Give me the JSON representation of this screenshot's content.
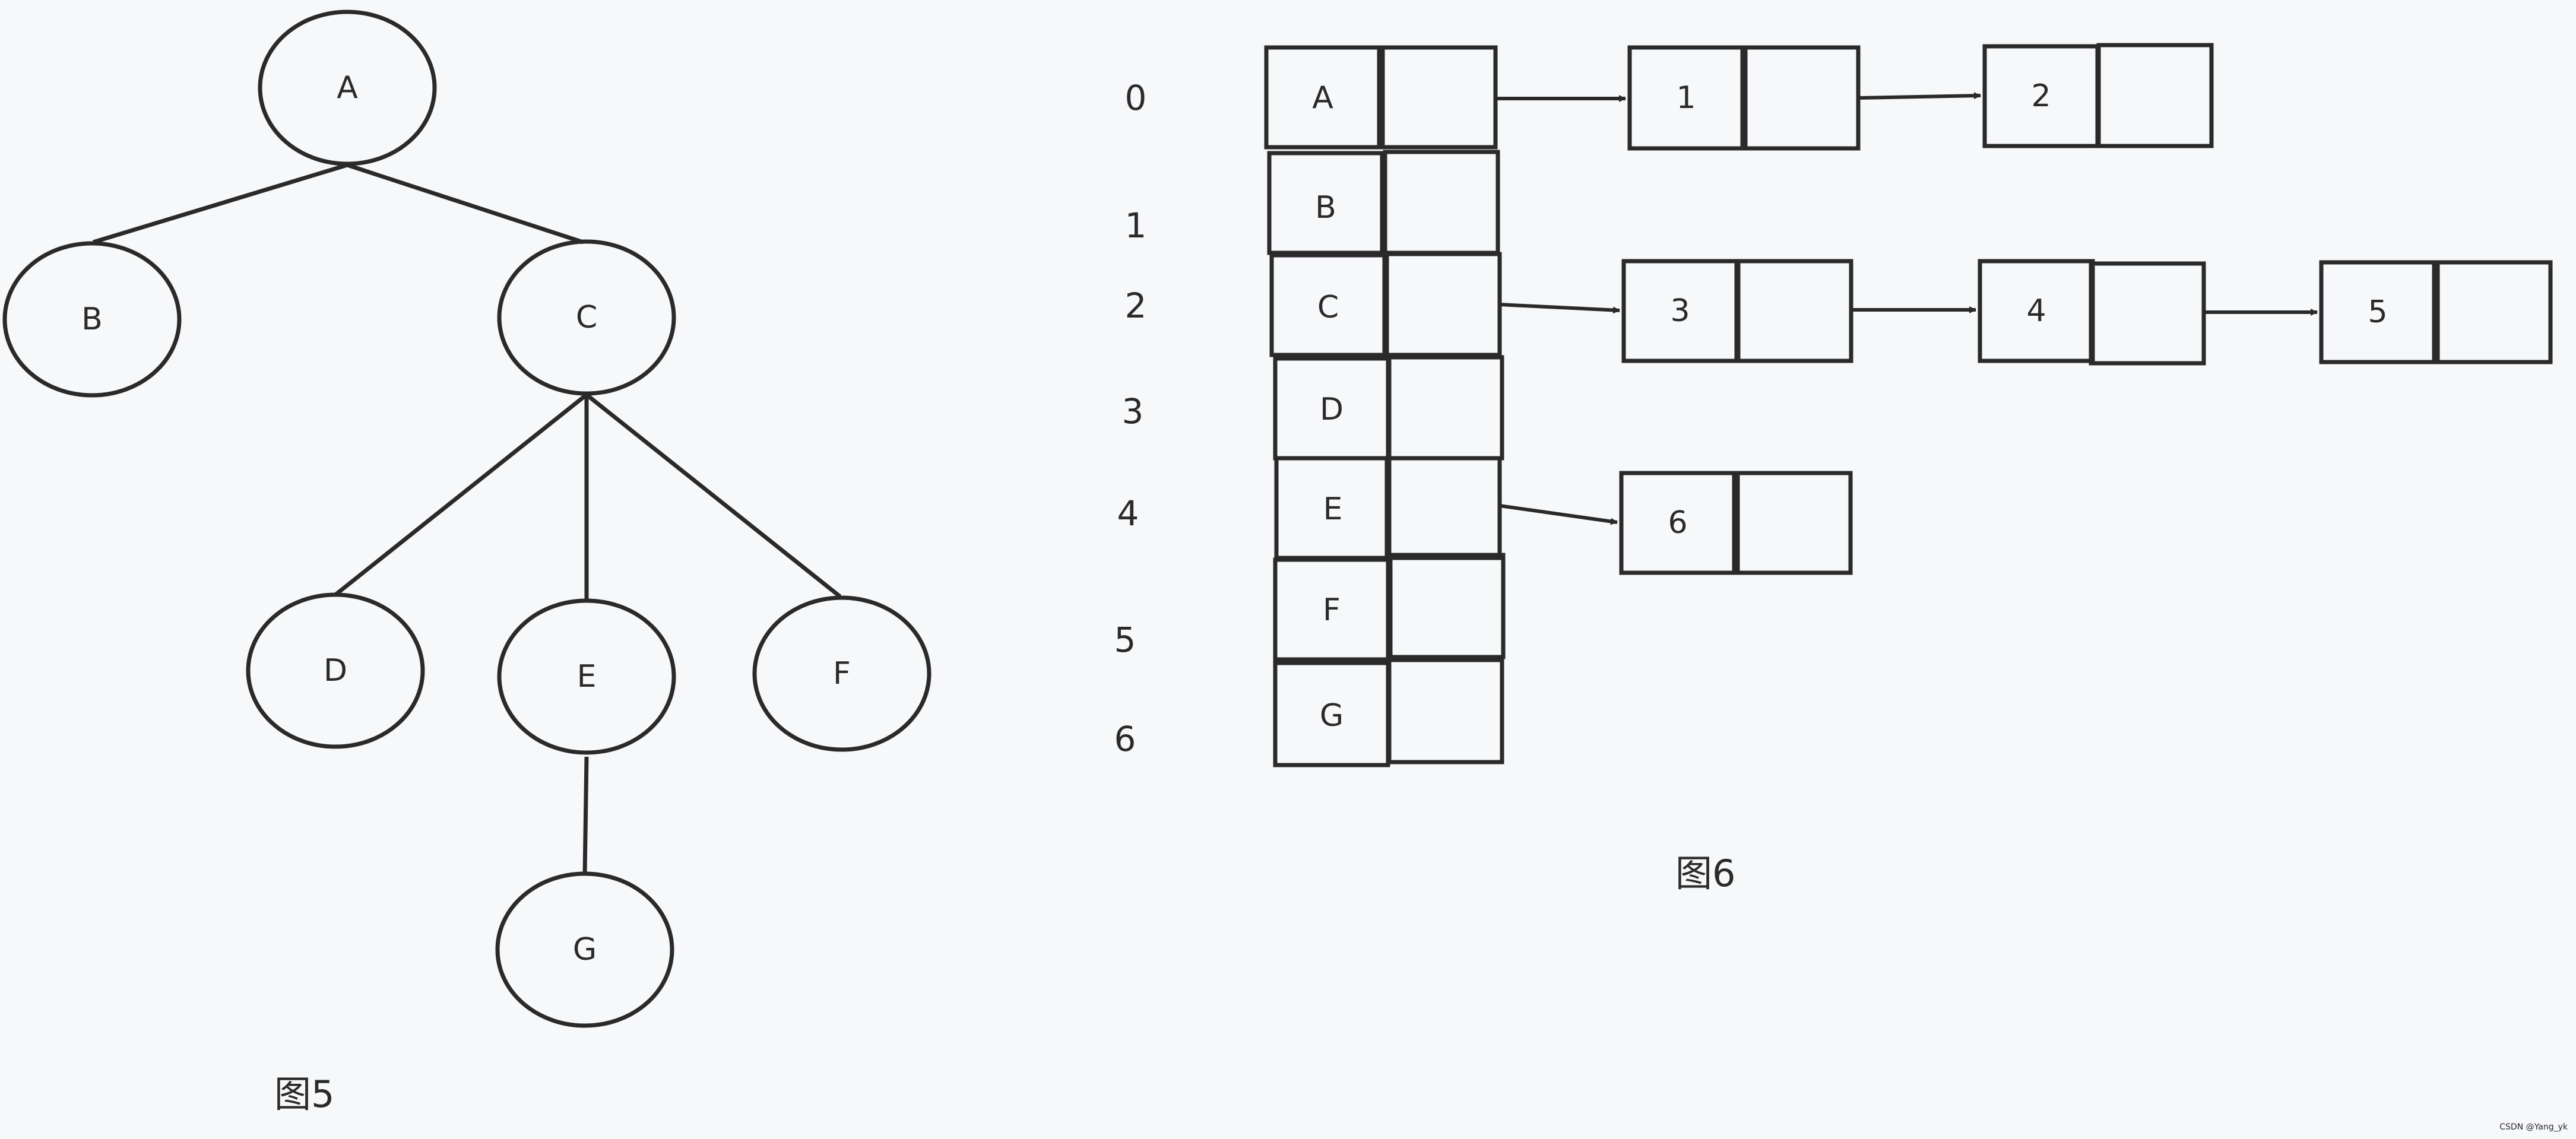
{
  "figure5": {
    "caption": "图5",
    "nodes": {
      "A": "A",
      "B": "B",
      "C": "C",
      "D": "D",
      "E": "E",
      "F": "F",
      "G": "G"
    }
  },
  "figure6": {
    "caption": "图6",
    "index_labels": [
      "0",
      "1",
      "2",
      "3",
      "4",
      "5",
      "6"
    ],
    "head_nodes": [
      "A",
      "B",
      "C",
      "D",
      "E",
      "F",
      "G"
    ],
    "chain_nodes": {
      "a1": "1",
      "a2": "2",
      "c3": "3",
      "c4": "4",
      "c5": "5",
      "e6": "6"
    }
  },
  "watermark": "CSDN @Yang_yk"
}
